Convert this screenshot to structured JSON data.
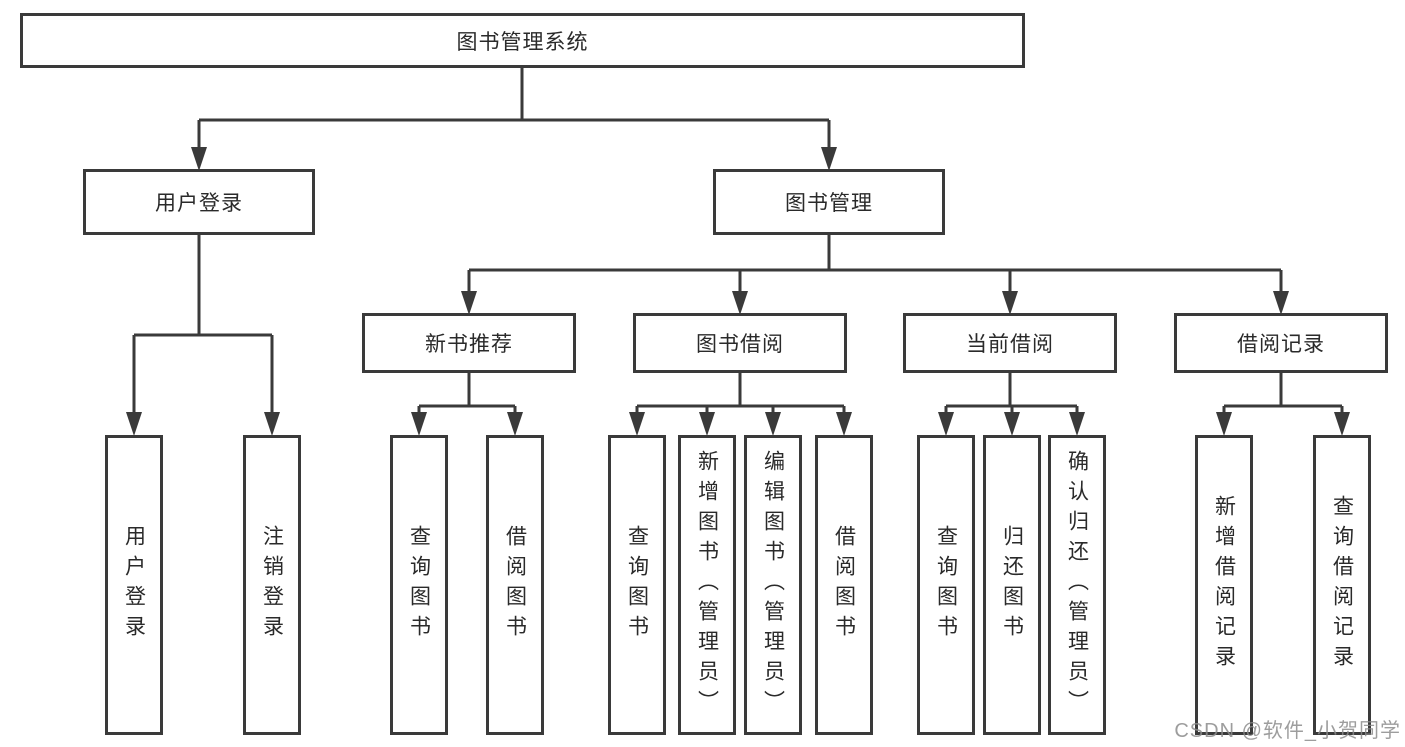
{
  "diagram_title": "图书管理系统",
  "nodes": {
    "root": "图书管理系统",
    "user_login": "用户登录",
    "book_mgmt": "图书管理",
    "new_book_rec": "新书推荐",
    "book_borrow": "图书借阅",
    "current_borrow": "当前借阅",
    "borrow_records": "借阅记录",
    "leaf_user_login": "用户登录",
    "leaf_logout": "注销登录",
    "leaf_nbr_query": "查询图书",
    "leaf_nbr_borrow": "借阅图书",
    "leaf_bb_query": "查询图书",
    "leaf_bb_add": "新增图书（管理员）",
    "leaf_bb_edit": "编辑图书（管理员）",
    "leaf_bb_borrow": "借阅图书",
    "leaf_cb_query": "查询图书",
    "leaf_cb_return": "归还图书",
    "leaf_cb_confirm": "确认归还（管理员）",
    "leaf_br_add": "新增借阅记录",
    "leaf_br_query": "查询借阅记录"
  },
  "hierarchy": {
    "图书管理系统": {
      "用户登录": [
        "用户登录",
        "注销登录"
      ],
      "图书管理": {
        "新书推荐": [
          "查询图书",
          "借阅图书"
        ],
        "图书借阅": [
          "查询图书",
          "新增图书（管理员）",
          "编辑图书（管理员）",
          "借阅图书"
        ],
        "当前借阅": [
          "查询图书",
          "归还图书",
          "确认归还（管理员）"
        ],
        "借阅记录": [
          "新增借阅记录",
          "查询借阅记录"
        ]
      }
    }
  },
  "watermark": "CSDN @软件_小贺同学",
  "colors": {
    "line": "#3a3a3a",
    "box_border": "#3a3a3a",
    "text": "#2a2a2a",
    "background": "#ffffff",
    "watermark": "#8c8c8c"
  }
}
